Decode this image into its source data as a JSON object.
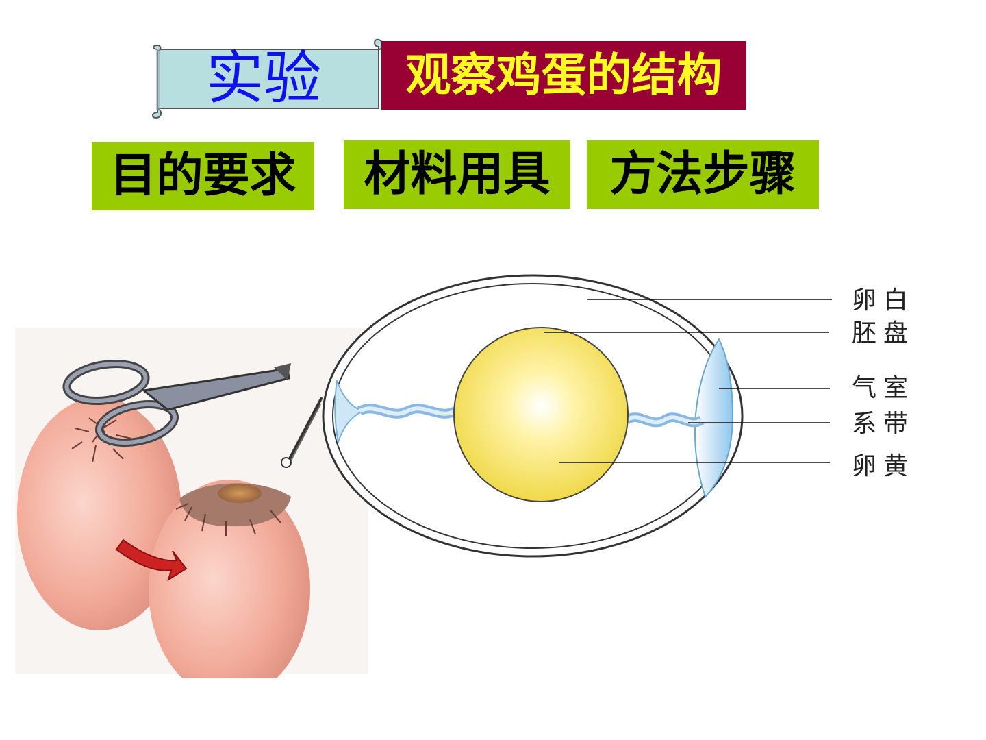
{
  "banner": {
    "label": "实验",
    "title": "观察鸡蛋的结构"
  },
  "tags": [
    "目的要求",
    "材料用具",
    "方法步骤"
  ],
  "diagram": {
    "labels": {
      "albumen": "卵白",
      "germinal_disc": "胚盘",
      "air_cell": "气室",
      "chalaza": "系带",
      "yolk": "卵黄"
    }
  },
  "colors": {
    "banner_bg": "#b8dfdf",
    "banner_text": "#1111ee",
    "title_bg": "#990033",
    "title_text": "#ffff22",
    "tag_bg": "#99cc00",
    "yolk": "#f5e15a",
    "air_cell": "#a8d4f0",
    "egg_shell": "#f0a898"
  }
}
